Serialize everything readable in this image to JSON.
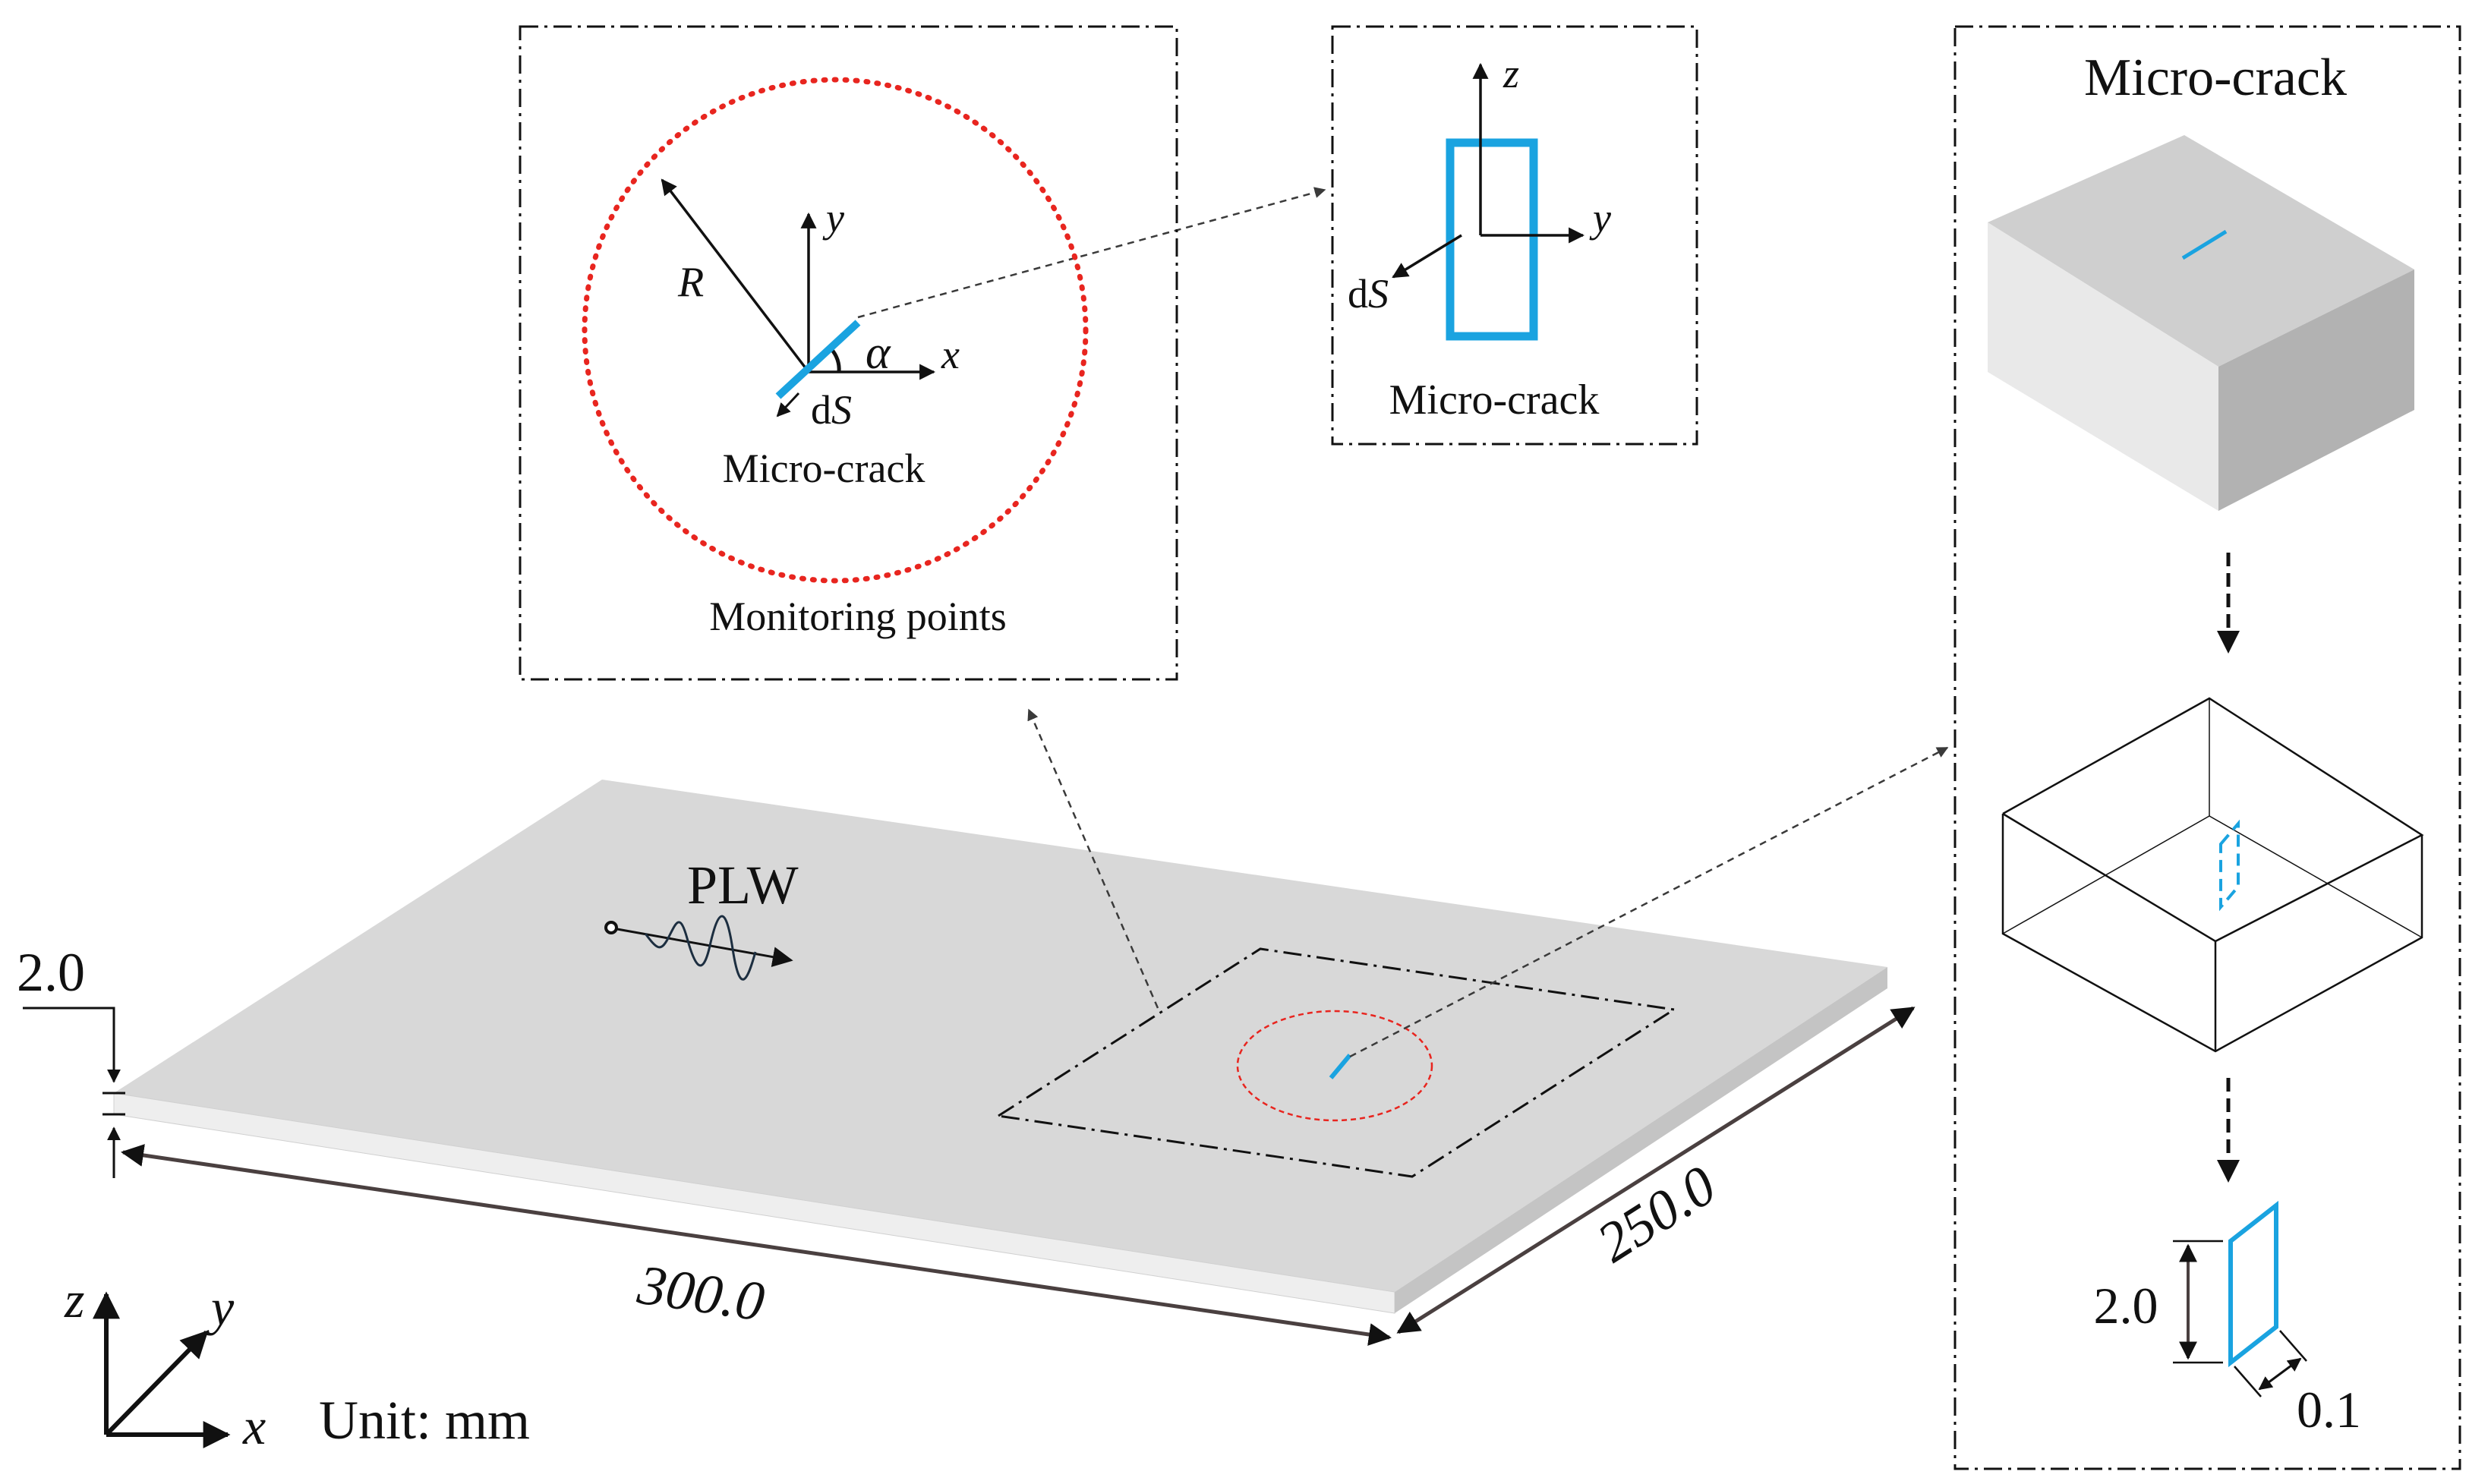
{
  "plate": {
    "wave_label": "PLW",
    "length_label": "300.0",
    "width_label": "250.0",
    "thickness_label": "2.0"
  },
  "axes": {
    "x": "x",
    "y": "y",
    "z": "z"
  },
  "unit_label": "Unit: mm",
  "monitoring_panel": {
    "radius_label": "R",
    "y_axis": "y",
    "x_axis": "x",
    "angle_label": "α",
    "ds_prefix": "d",
    "ds_var": "S",
    "crack_label": "Micro-crack",
    "caption": "Monitoring points"
  },
  "section_panel": {
    "z_axis": "z",
    "y_axis": "y",
    "ds_prefix": "d",
    "ds_var": "S",
    "caption": "Micro-crack"
  },
  "crack_panel": {
    "title": "Micro-crack",
    "height_label": "2.0",
    "width_label": "0.1"
  },
  "colors": {
    "crack": "#1aa3e0",
    "monitor": "#e8251f",
    "plate_top": "#d8d8d8",
    "plate_side": "#c4c4c4",
    "plate_front": "#eeeeee"
  }
}
